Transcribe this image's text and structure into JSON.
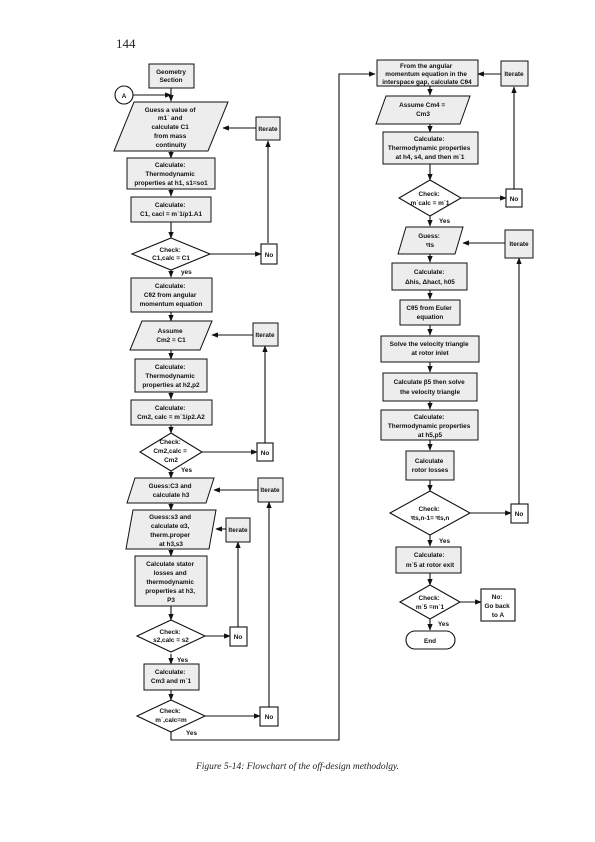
{
  "page": {
    "number": "144"
  },
  "caption": "Figure 5-14: Flowchart of the off-design methodolgy.",
  "nodes": {
    "geometry": [
      "Geometry",
      "Section"
    ],
    "connectorA": [
      "A"
    ],
    "guessM1": [
      "Guess a value of",
      "m1˙ and",
      "calculate C1",
      "from mass",
      "continuity"
    ],
    "iterate1": [
      "Iterate"
    ],
    "thermo1": [
      "Calculate:",
      "Thermodynamic",
      "properties at h1, s1=so1"
    ],
    "c1calc": [
      "Calculate:",
      "C1, cacl = m˙1/ρ1.A1"
    ],
    "check1": [
      "Check:",
      "C1,calc = C1"
    ],
    "yes1": [
      "yes"
    ],
    "no1": [
      "No"
    ],
    "ctheta2": [
      "Calculate:",
      "Cθ2 from angular",
      "momentum equation"
    ],
    "assumeCm2": [
      "Assume",
      "Cm2 = C1"
    ],
    "iterate2": [
      "Iterate"
    ],
    "thermo2": [
      "Calculate:",
      "Thermodynamic",
      "properties at h2,p2"
    ],
    "cm2calc": [
      "Calculate:",
      "Cm2, calc = m˙1/ρ2.A2"
    ],
    "check2": [
      "Check:",
      "Cm2,calc =",
      "Cm2"
    ],
    "yes2": [
      "Yes"
    ],
    "no2": [
      "No"
    ],
    "guessC3": [
      "Guess:C3 and",
      "calculate h3"
    ],
    "iterate3": [
      "Iterate"
    ],
    "guessS3": [
      "Guess:s3 and",
      "calculate α3,",
      "therm.proper",
      "at h3,s3"
    ],
    "iterate4": [
      "Iterate"
    ],
    "stator": [
      "Calculate stator",
      "losses and",
      "thermodynamic",
      "properties at h3,",
      "P3"
    ],
    "check3": [
      "Check:",
      "s2,calc = s2"
    ],
    "yes3": [
      "Yes"
    ],
    "no3": [
      "No"
    ],
    "cm3": [
      "Calculate:",
      "Cm3 and m˙1"
    ],
    "check4": [
      "Check:",
      "m˙,calc=m"
    ],
    "yes4": [
      "Yes"
    ],
    "no4": [
      "No"
    ],
    "ctheta4": [
      "From the angular",
      "momentum equation in the",
      "interspace gap, calculate Cθ4"
    ],
    "iterate5": [
      "Iterate"
    ],
    "assumeCm4": [
      "Assume Cm4 =",
      "Cm3"
    ],
    "thermo4": [
      "Calculate:",
      "Thermodynamic properties",
      "at h4, s4, and then m˙1"
    ],
    "check5": [
      "Check:",
      "m˙calc = m˙1"
    ],
    "yes5": [
      "Yes"
    ],
    "no5": [
      "No"
    ],
    "guessEta": [
      "Guess:",
      "ᵑts"
    ],
    "iterate6": [
      "Iterate"
    ],
    "deltaH": [
      "Calculate:",
      "Δhis, Δhact, h05"
    ],
    "ctheta5": [
      "Cθ5 from Euler",
      "equation"
    ],
    "velTri": [
      "Solve the velocity triangle",
      "at rotor inlet"
    ],
    "beta5": [
      "Calculate β5 then solve",
      "the velocity triangle"
    ],
    "thermo5": [
      "Calculate:",
      "Thermodynamic properties",
      "at h5,p5"
    ],
    "rotorLoss": [
      "Calculate",
      "rotor losses"
    ],
    "check6": [
      "Check:",
      "ᵑts,n-1= ᵑts,n"
    ],
    "yes6": [
      "Yes"
    ],
    "no6": [
      "No"
    ],
    "m5calc": [
      "Calculate:",
      "m˙5 at rotor exit"
    ],
    "check7": [
      "Check:",
      "m˙5 =m˙1"
    ],
    "yes7": [
      "Yes"
    ],
    "no7": [
      "No:",
      "Go back",
      "to A"
    ],
    "end": [
      "End"
    ]
  }
}
